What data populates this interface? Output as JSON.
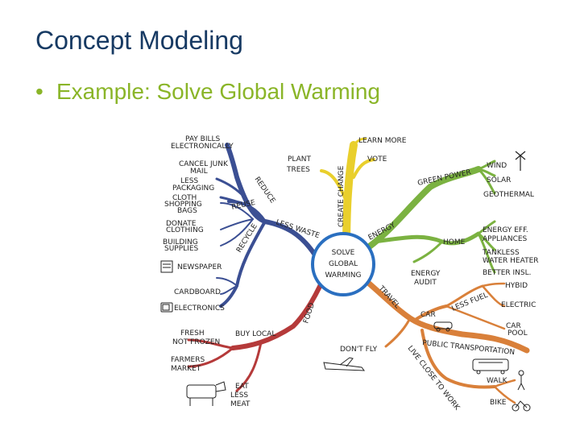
{
  "slide": {
    "title": "Concept Modeling",
    "bullet": "Example: Solve Global Warming"
  },
  "colors": {
    "title": "#173a63",
    "bullet": "#8ab528",
    "center_ring": "#2a6fc0",
    "create_change": "#e9cf2c",
    "energy": "#7bb241",
    "travel": "#d9803a",
    "food": "#b53a3a",
    "reduce": "#3b4f93"
  },
  "mindmap": {
    "center": [
      "SOLVE",
      "GLOBAL",
      "WARMING"
    ],
    "create_change": {
      "label": "CREATE CHANGE",
      "items": [
        "LEARN MORE",
        "VOTE",
        "PLANT TREES"
      ]
    },
    "energy": {
      "label": "ENERGY",
      "green_power": "GREEN POWER",
      "green_items": [
        "WIND",
        "SOLAR",
        "GEOTHERMAL"
      ],
      "home": "HOME",
      "home_items": [
        "ENERGY EFF. APPLIANCES",
        "TANKLESS WATER HEATER",
        "BETTER INSL."
      ],
      "audit": "ENERGY AUDIT"
    },
    "travel": {
      "label": "TRAVEL",
      "car": "CAR",
      "less_fuel": "LESS FUEL",
      "fuel_items": [
        "HYBID",
        "ELECTRIC"
      ],
      "car_pool": "CAR POOL",
      "public": "PUBLIC TRANSPORTATION",
      "dont_fly": "DON'T FLY",
      "live_close": "LIVE CLOSE TO WORK",
      "close_items": [
        "WALK",
        "BIKE"
      ]
    },
    "food": {
      "label": "FOOD",
      "buy_local": "BUY LOCAL",
      "local_items": [
        "FRESH NOT FROZEN",
        "FARMERS MARKET"
      ],
      "eat_less_meat": "EAT LESS MEAT"
    },
    "reduce": {
      "label": "LESS WASTE",
      "reduce": "REDUCE",
      "reduce_items": [
        "PAY BILLS ELECTRONICALLY",
        "CANCEL JUNK MAIL",
        "LESS PACKAGING"
      ],
      "reuse": "REUSE",
      "reuse_items": [
        "CLOTH SHOPPING BAGS",
        "DONATE CLOTHING",
        "BUILDING SUPPLIES"
      ],
      "recycle": "RECYCLE",
      "recycle_items": [
        "NEWSPAPER",
        "CARDBOARD",
        "ELECTRONICS"
      ]
    }
  }
}
